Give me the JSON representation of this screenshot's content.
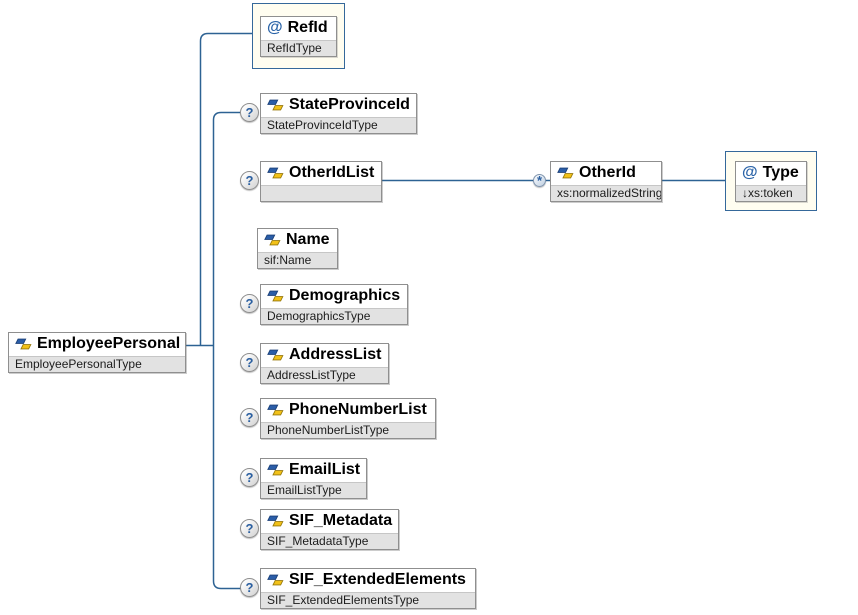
{
  "diagram": {
    "attribute_glyph": "@",
    "optional_marker": "?",
    "repeat_marker": "*",
    "root": {
      "name": "EmployeePersonal",
      "type": "EmployeePersonalType"
    },
    "root_attribute": {
      "name": "RefId",
      "type": "RefIdType"
    },
    "children": [
      {
        "name": "StateProvinceId",
        "type": "StateProvinceIdType",
        "optional": true
      },
      {
        "name": "OtherIdList",
        "type": "",
        "optional": true
      },
      {
        "name": "Name",
        "type": "sif:Name",
        "optional": false
      },
      {
        "name": "Demographics",
        "type": "DemographicsType",
        "optional": true
      },
      {
        "name": "AddressList",
        "type": "AddressListType",
        "optional": true
      },
      {
        "name": "PhoneNumberList",
        "type": "PhoneNumberListType",
        "optional": true
      },
      {
        "name": "EmailList",
        "type": "EmailListType",
        "optional": true
      },
      {
        "name": "SIF_Metadata",
        "type": "SIF_MetadataType",
        "optional": true
      },
      {
        "name": "SIF_ExtendedElements",
        "type": "SIF_ExtendedElementsType",
        "optional": true
      }
    ],
    "other_id": {
      "name": "OtherId",
      "type": "xs:normalizedString",
      "cardinality": "*"
    },
    "other_id_attribute": {
      "name": "Type",
      "type": "↓xs:token"
    }
  },
  "colors": {
    "line": "#2d6293",
    "attr_box_bg": "#fffdf0",
    "attr_box_border": "#35689a",
    "subtitle_bg": "#e2e2e2",
    "node_border": "#8f8f8f"
  }
}
